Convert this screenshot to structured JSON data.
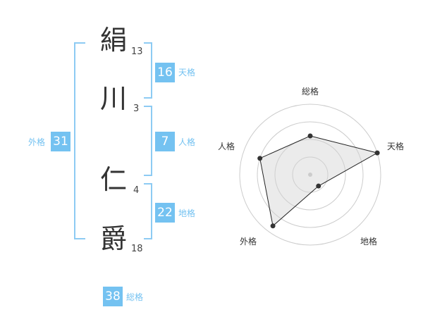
{
  "name": {
    "chars": [
      {
        "char": "絹",
        "strokes": "13"
      },
      {
        "char": "川",
        "strokes": "3"
      },
      {
        "char": "仁",
        "strokes": "4"
      },
      {
        "char": "爵",
        "strokes": "18"
      }
    ]
  },
  "kakusu": {
    "tenkaku": {
      "value": "16",
      "label": "天格"
    },
    "jinkaku": {
      "value": "7",
      "label": "人格"
    },
    "chikaku": {
      "value": "22",
      "label": "地格"
    },
    "gaikaku": {
      "value": "31",
      "label": "外格"
    },
    "soukaku": {
      "value": "38",
      "label": "総格"
    }
  },
  "colors": {
    "accent": "#74c2f1",
    "bracket": "#8dcbf3",
    "text": "#333333",
    "radar_fill": "#eeeeee",
    "radar_ring": "#cccccc"
  },
  "chart_data": {
    "type": "radar",
    "axes": [
      "総格",
      "天格",
      "地格",
      "外格",
      "人格"
    ],
    "values": [
      0.55,
      1.0,
      0.2,
      0.9,
      0.75
    ],
    "range": [
      0,
      1
    ],
    "rings": 4,
    "grid": true
  }
}
